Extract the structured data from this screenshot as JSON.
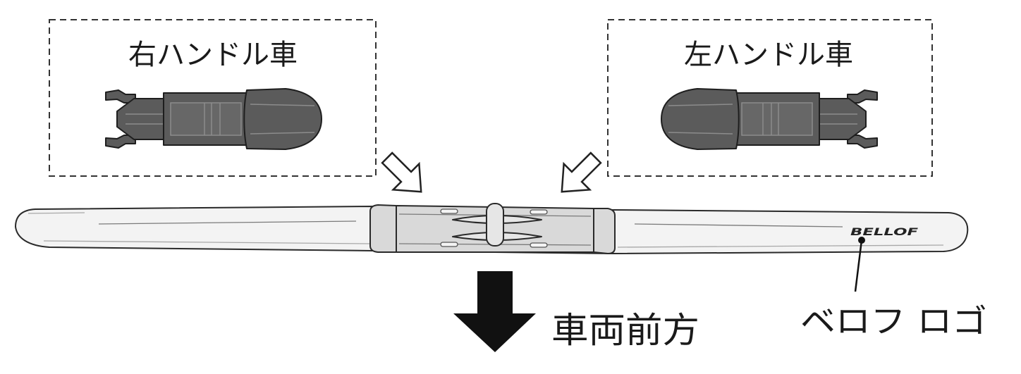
{
  "diagram": {
    "right_hand_drive_label": "右ハンドル車",
    "left_hand_drive_label": "左ハンドル車",
    "vehicle_front_label": "車両前方",
    "logo_callout_label": "ベロフ ロゴ",
    "blade_logo_text": "BELLOF"
  },
  "icons": {
    "adapter_arrows": [
      "down-right-arrow-icon",
      "down-left-arrow-icon"
    ],
    "direction_arrow": "down-arrow-icon"
  },
  "colors": {
    "adapter": "#5b5b5b",
    "adapter_inner": "#676767",
    "blade": "#f3f3f3",
    "center_adapter": "#d9d9d9",
    "center_clip": "#e6e6e6",
    "arrow": "#111111"
  }
}
